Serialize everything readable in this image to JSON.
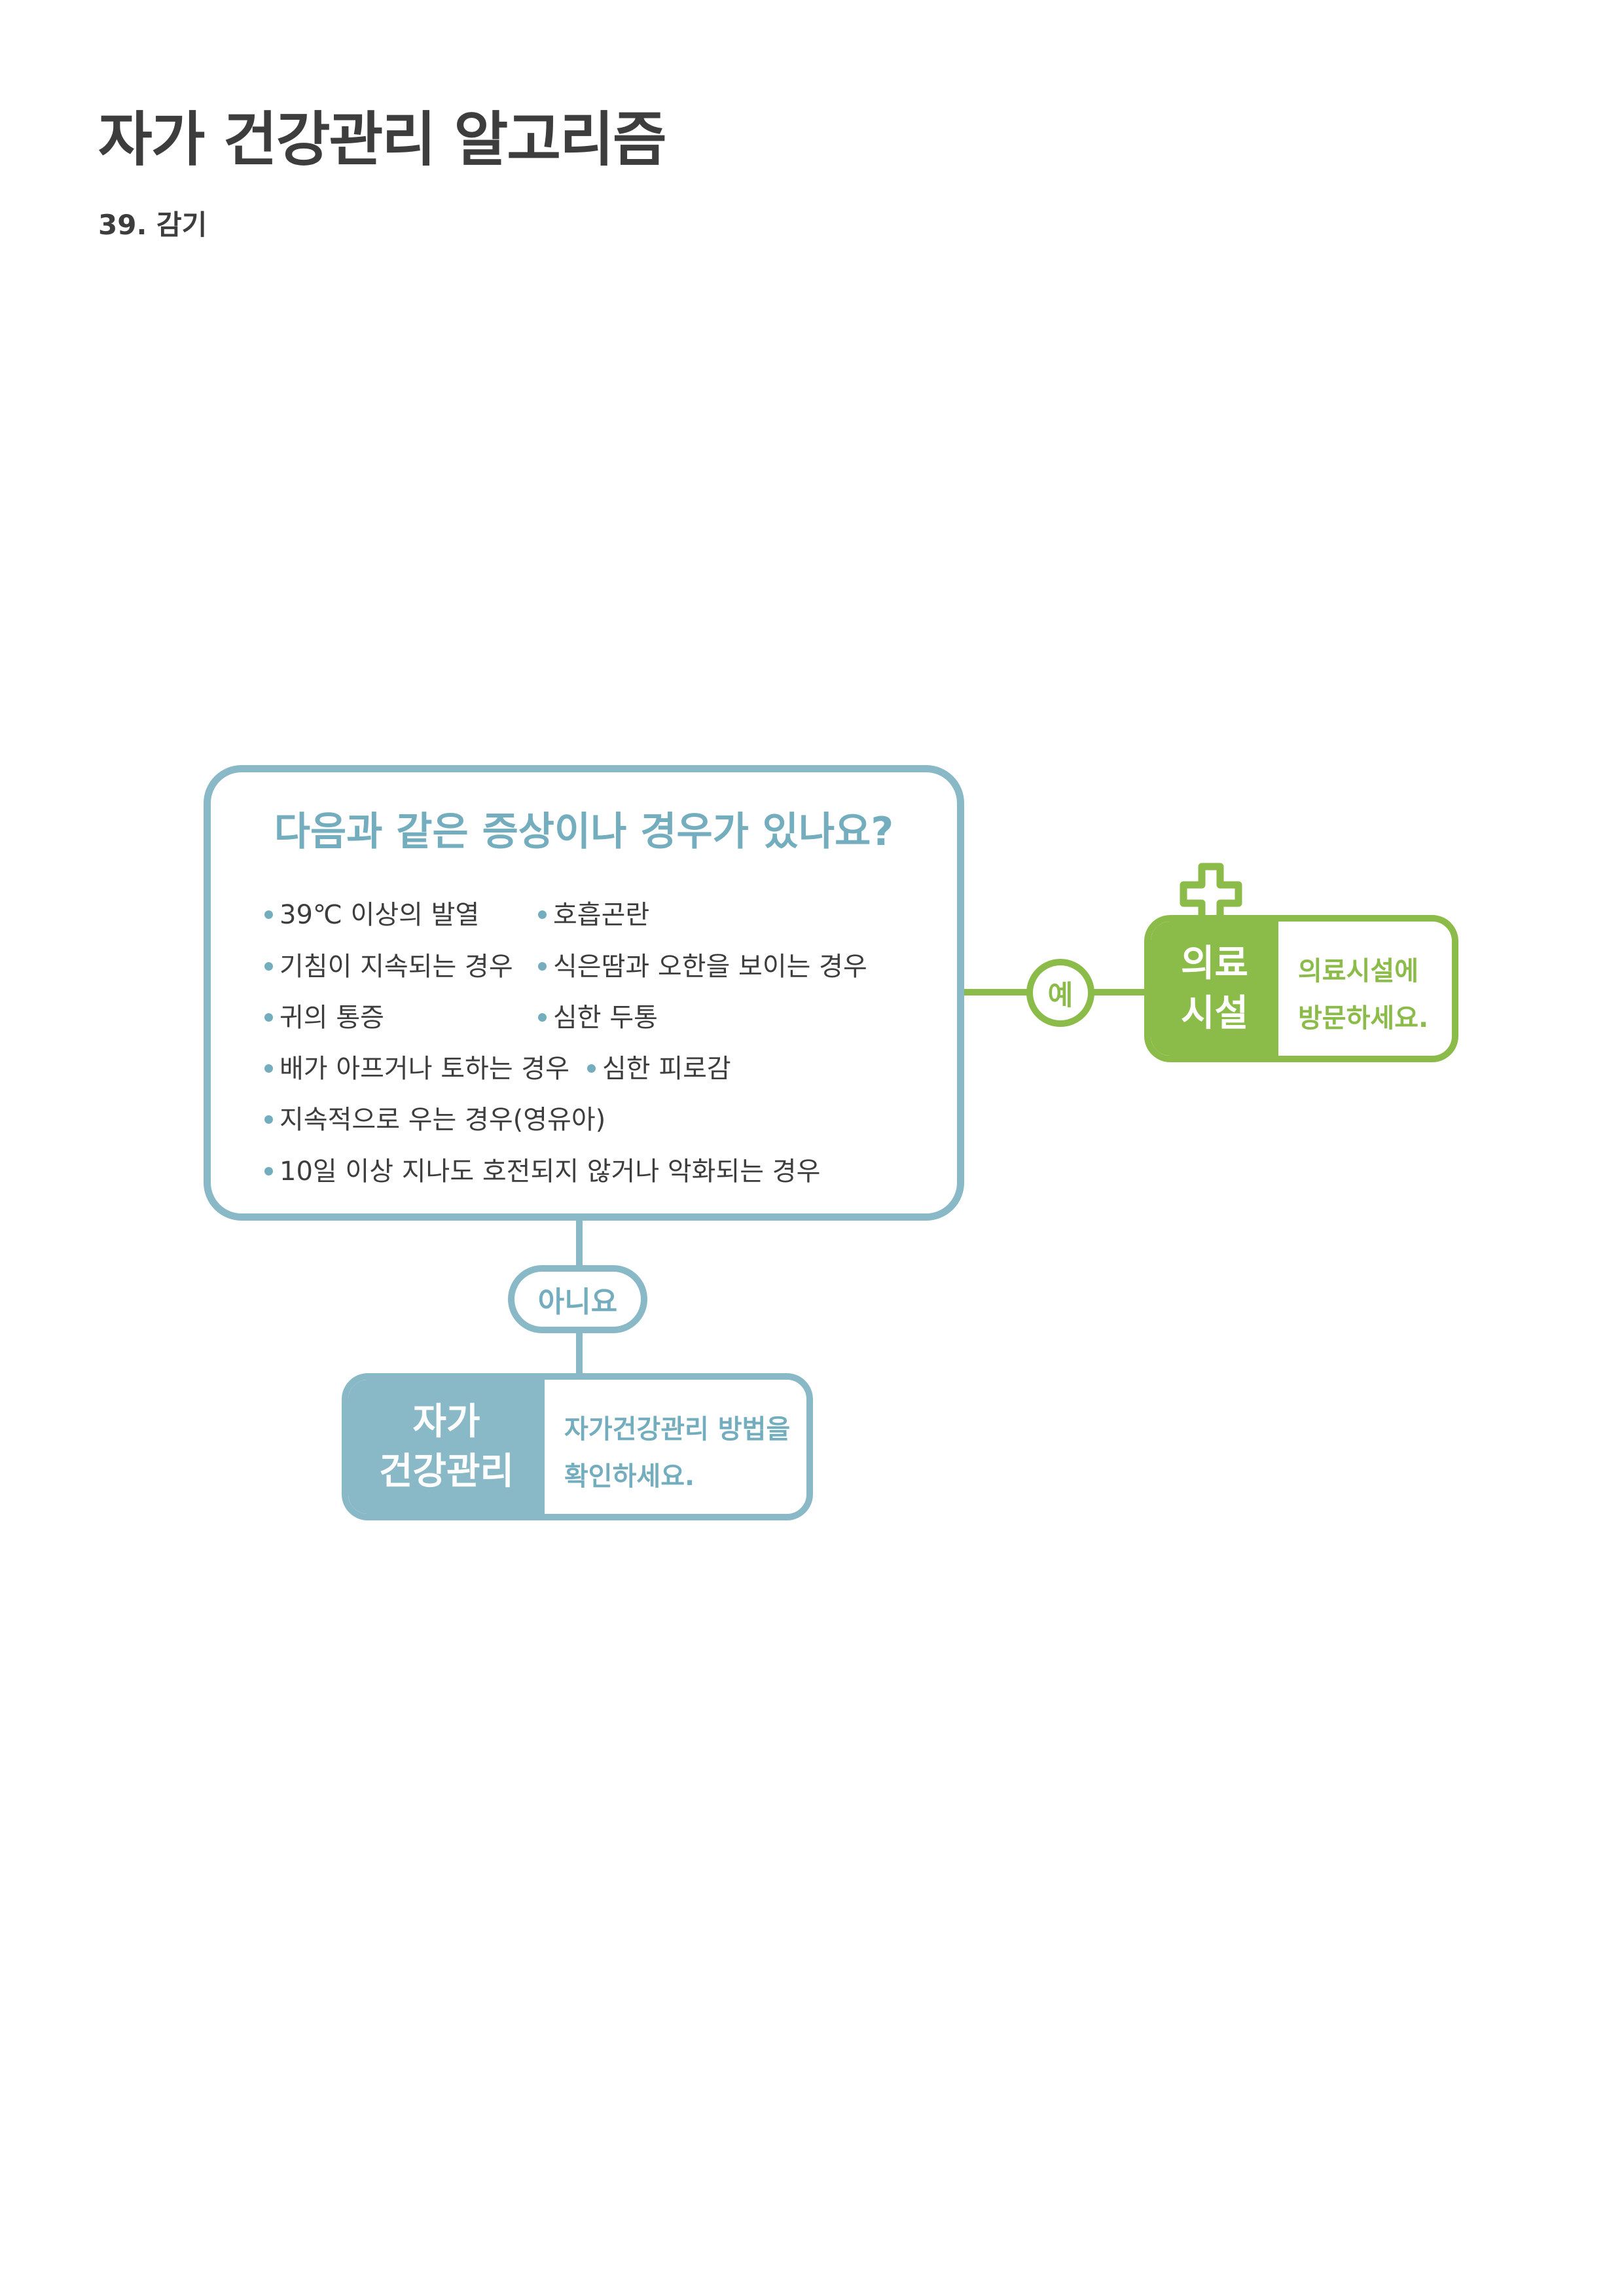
{
  "header": {
    "title": "자가 건강관리 알고리즘",
    "subtitle": "39. 감기"
  },
  "colors": {
    "blue": "#89b9c6",
    "blue_text": "#74aebe",
    "green": "#8bbb48",
    "dark_text": "#3d3d3d"
  },
  "question": {
    "title": "다음과 같은 증상이나 경우가 있나요?",
    "symptoms": [
      "39℃ 이상의 발열",
      "호흡곤란",
      "기침이 지속되는 경우",
      "식은땀과 오한을 보이는 경우",
      "귀의 통증",
      "심한 두통",
      "배가 아프거나 토하는 경우",
      "심한 피로감",
      "지속적으로 우는 경우(영유아)",
      "10일 이상 지나도 호전되지 않거나 악화되는 경우"
    ]
  },
  "yes": {
    "label": "예",
    "icon": "medical-cross-icon",
    "result_label": "의료\n시설",
    "result_text": "의료시설에\n방문하세요."
  },
  "no": {
    "label": "아니요",
    "result_label": "자가\n건강관리",
    "result_text": "자가건강관리 방법을\n확인하세요."
  }
}
